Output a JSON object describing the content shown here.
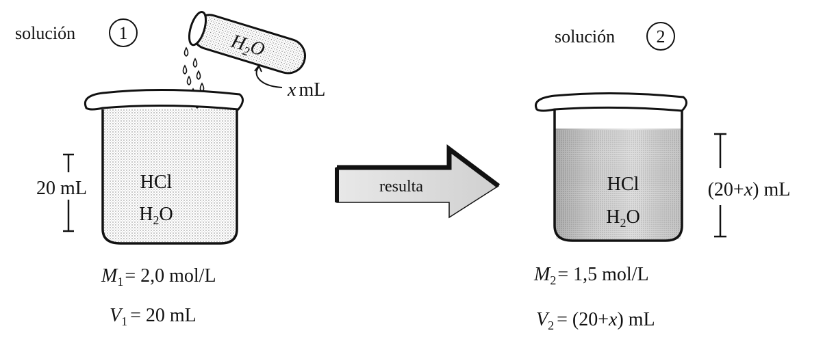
{
  "solution1": {
    "label": "solución",
    "number": "1",
    "tube_formula": "H",
    "tube_sub": "2",
    "tube_tail": "O",
    "added_var": "x",
    "added_unit": "mL",
    "contents_line1": "HCl",
    "contents_h": "H",
    "contents_sub": "2",
    "contents_o": "O",
    "volume_label": "20 mL",
    "molarity_var": "M",
    "molarity_sub": "1",
    "molarity_value": "= 2,0 mol/L",
    "volume_var": "V",
    "volume_sub": "1",
    "volume_value": "= 20 mL"
  },
  "arrow": {
    "label": "resulta"
  },
  "solution2": {
    "label": "solución",
    "number": "2",
    "contents_line1": "HCl",
    "contents_h": "H",
    "contents_sub": "2",
    "contents_o": "O",
    "volume_open": "(20+",
    "volume_var": "x",
    "volume_close": ") mL",
    "molarity_var": "M",
    "molarity_sub": "2",
    "molarity_value": "= 1,5 mol/L",
    "volume_sym": "V",
    "volume_sym_sub": "2",
    "volume_eq_open": "= (20+",
    "volume_eq_var": "x",
    "volume_eq_close": ") mL"
  }
}
